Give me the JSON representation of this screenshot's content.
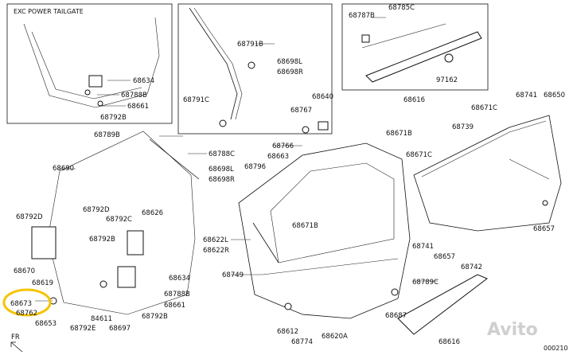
{
  "panels": {
    "exc_power_tailgate": "EXC POWER TAILGATE"
  },
  "labels": {
    "l68634a": "68634",
    "l68788Ba": "68788B",
    "l68661a": "68661",
    "l68792Ba": "68792B",
    "l68791B": "68791B",
    "l68698La": "68698L",
    "l68698Ra": "68698R",
    "l68791C": "68791C",
    "l68787B": "68787B",
    "l68785C": "68785C",
    "l97162": "97162",
    "l68616a": "68616",
    "l68789B": "68789B",
    "l68788C": "68788C",
    "l68698Lb": "68698L",
    "l68698Rb": "68698R",
    "l68690": "68690",
    "l68792Da": "68792D",
    "l68792Db": "68792D",
    "l68792C": "68792C",
    "l68626": "68626",
    "l68792Bb": "68792B",
    "l68670": "68670",
    "l68619": "68619",
    "l68673": "68673",
    "l68762": "68762",
    "l68653": "68653",
    "l68792E": "68792E",
    "l84611": "84611",
    "l68697": "68697",
    "l68634b": "68634",
    "l68788Bb": "68788B",
    "l68661b": "68661",
    "l68792Bc": "68792B",
    "l68767": "68767",
    "l68640": "68640",
    "l68766": "68766",
    "l68663": "68663",
    "l68796": "68796",
    "l68622L": "68622L",
    "l68622R": "68622R",
    "l68749": "68749",
    "l68612": "68612",
    "l68774": "68774",
    "l68620A": "68620A",
    "l68671Ba": "68671B",
    "l68671Bb": "68671B",
    "l68671Ca": "68671C",
    "l68671Cb": "68671C",
    "l68739": "68739",
    "l68741a": "68741",
    "l68741b": "68741",
    "l68650": "68650",
    "l68657a": "68657",
    "l68657b": "68657",
    "l68742": "68742",
    "l68789C": "68789C",
    "l68687": "68687",
    "l68616b": "68616",
    "code": "000210"
  },
  "watermark": "Avito",
  "colors": {
    "highlight": "#f5c400",
    "line": "#111111"
  }
}
